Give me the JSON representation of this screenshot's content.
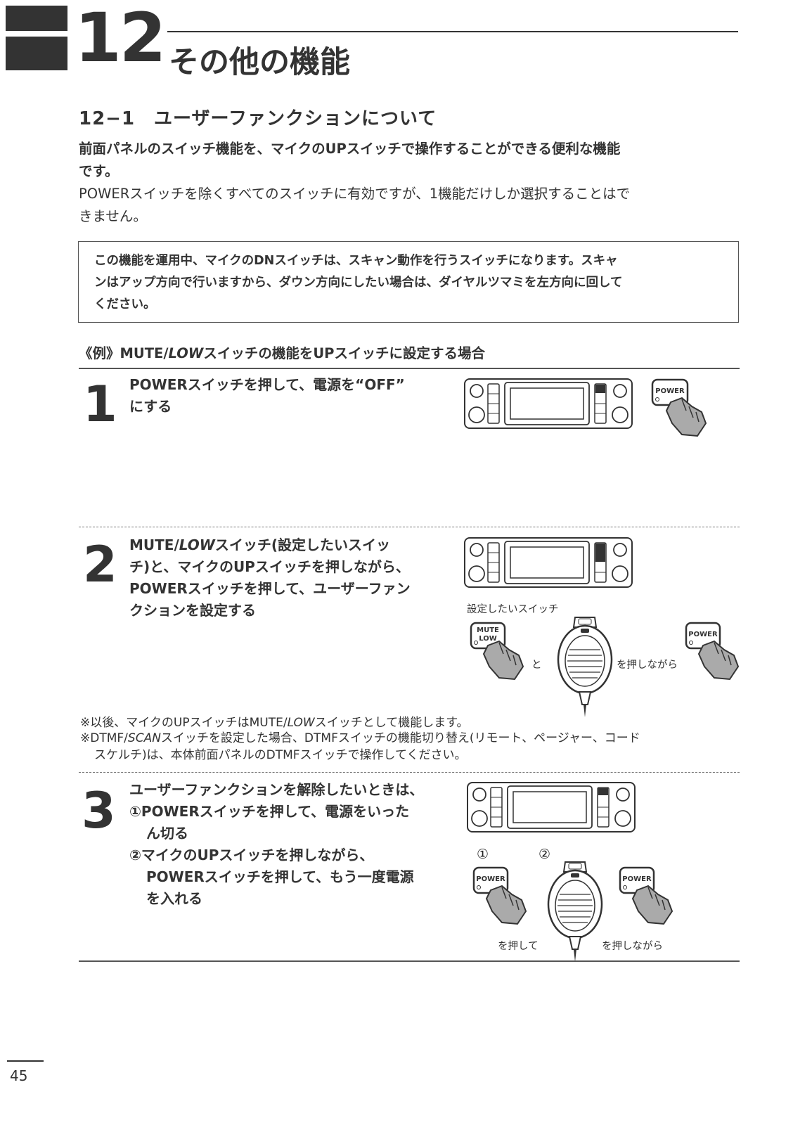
{
  "chapter": {
    "number": "12",
    "title": "その他の機能"
  },
  "section": {
    "title": "12−1　ユーザーファンクションについて",
    "intro_bold": "前面パネルのスイッチ機能を、マイクのUPスイッチで操作することができる便利な機能です。",
    "intro_bold_line2": "です。",
    "intro_normal_line1": "POWERスイッチを除くすべてのスイッチに有効ですが、1機能だけしか選択することはで",
    "intro_normal_line2": "きません。",
    "note_line1": "この機能を運用中、マイクのDNスイッチは、スキャン動作を行うスイッチになります。スキャ",
    "note_line2": "ンはアップ方向で行いますから、ダウン方向にしたい場合は、ダイヤルツマミを左方向に回して",
    "note_line3": "ください。",
    "example_prefix": "《例》MUTE/",
    "example_italic": "LOW",
    "example_suffix": "スイッチの機能をUPスイッチに設定する場合"
  },
  "steps": [
    {
      "number": "1",
      "line1": "POWERスイッチを押して、電源を“OFF”",
      "line2": "にする"
    },
    {
      "number": "2",
      "line1_prefix": "MUTE/",
      "line1_italic": "LOW",
      "line1_suffix": "スイッチ(設定したいスイッ",
      "line2": "チ)と、マイクのUPスイッチを押しながら、",
      "line3": "POWERスイッチを押して、ユーザーファン",
      "line4": "クションを設定する",
      "caption_switch": "設定したいスイッチ",
      "caption_and": "と",
      "caption_while": "を押しながら"
    },
    {
      "number": "3",
      "line1": "ユーザーファンクションを解除したいときは、",
      "line2": "①POWERスイッチを押して、電源をいった",
      "line3": "ん切る",
      "line4": "②マイクのUPスイッチを押しながら、",
      "line5": "POWERスイッチを押して、もう一度電源",
      "line6": "を入れる",
      "mark1": "①",
      "mark2": "②",
      "caption_press": "を押して",
      "caption_while": "を押しながら"
    }
  ],
  "footnotes": {
    "note1_prefix": "※以後、マイクのUPスイッチはMUTE/",
    "note1_italic": "LOW",
    "note1_suffix": "スイッチとして機能します。",
    "note2_prefix": "※DTMF/",
    "note2_italic": "SCAN",
    "note2_suffix": "スイッチを設定した場合、DTMFスイッチの機能切り替え(リモート、ページャー、コード",
    "note2_line2": "スケルチ)は、本体前面パネルのDTMFスイッチで操作してください。"
  },
  "labels": {
    "power_key": "POWER",
    "mute_key": "MUTE",
    "low_key": "LOW"
  },
  "page_number": "45",
  "icons": [
    "radio-panel-icon",
    "power-key-hand-icon",
    "mute-low-key-hand-icon",
    "microphone-icon"
  ]
}
